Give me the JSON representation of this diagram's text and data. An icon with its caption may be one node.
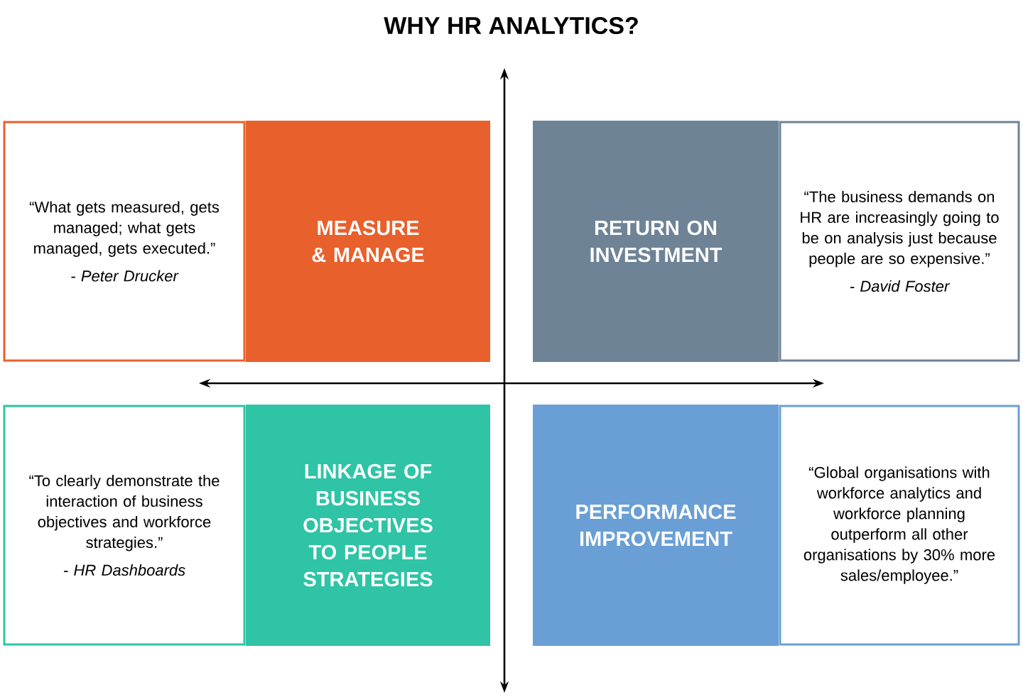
{
  "diagram": {
    "title": "WHY HR ANALYTICS?",
    "nodes": [
      {
        "text": [
          "“What gets measured, gets managed; what gets managed, gets executed.”",
          "- Peter Drucker"
        ]
      },
      {
        "text": [
          "MEASURE & MANAGE"
        ]
      },
      {
        "text": [
          "RETURN ON INVESTMENT"
        ]
      },
      {
        "text": [
          "“The business demands on HR are increasingly going to be on analysis just because people are so expensive.”",
          "- David Foster"
        ]
      },
      {
        "text": [
          "“To clearly demonstrate the interaction of business objectives and workforce strategies.”",
          "- HR Dashboards"
        ]
      },
      {
        "text": [
          "LINKAGE OF BUSINESS OBJECTIVES TO PEOPLE STRATEGIES"
        ]
      },
      {
        "text": [
          "PERFORMANCE IMPROVEMENT"
        ]
      },
      {
        "text": [
          "“Global organisations with workforce analytics and workforce planning outperform all other organisations by 30% more sales/employee.”"
        ]
      }
    ]
  }
}
